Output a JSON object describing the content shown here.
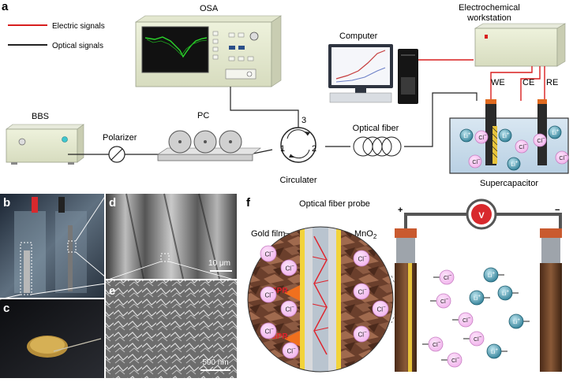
{
  "panel_a": {
    "letter": "a",
    "legend": {
      "electric": "Electric signals",
      "optical": "Optical signals"
    },
    "labels": {
      "osa": "OSA",
      "computer": "Computer",
      "workstation_line1": "Electrochemical",
      "workstation_line2": "workstation",
      "bbs": "BBS",
      "polarizer": "Polarizer",
      "pc": "PC",
      "optical_fiber": "Optical fiber",
      "circulator": "Circulater",
      "port1": "1",
      "port2": "2",
      "port3": "3",
      "we": "WE",
      "ce": "CE",
      "re": "RE",
      "supercapacitor": "Supercapacitor",
      "li": "Li",
      "cl": "Cl",
      "plus_sup": "+",
      "minus_sup": "−"
    },
    "colors": {
      "electric": "#d81e1e",
      "optical": "#222222",
      "osa_trace": "#2bd62b"
    }
  },
  "panel_b": {
    "letter": "b"
  },
  "panel_c": {
    "letter": "c"
  },
  "panel_d": {
    "letter": "d",
    "scale": "10 μm"
  },
  "panel_e": {
    "letter": "e",
    "scale": "500 nm"
  },
  "panel_f": {
    "letter": "f",
    "probe_label": "Optical fiber probe",
    "gold_film": "Gold film",
    "mno2": "MnO",
    "mno2_sub": "2",
    "spr": "SPR",
    "volt": "V",
    "plus": "+",
    "minus": "−",
    "li": "Li",
    "cl": "Cl",
    "plus_sup": "+",
    "minus_sup": "−"
  }
}
